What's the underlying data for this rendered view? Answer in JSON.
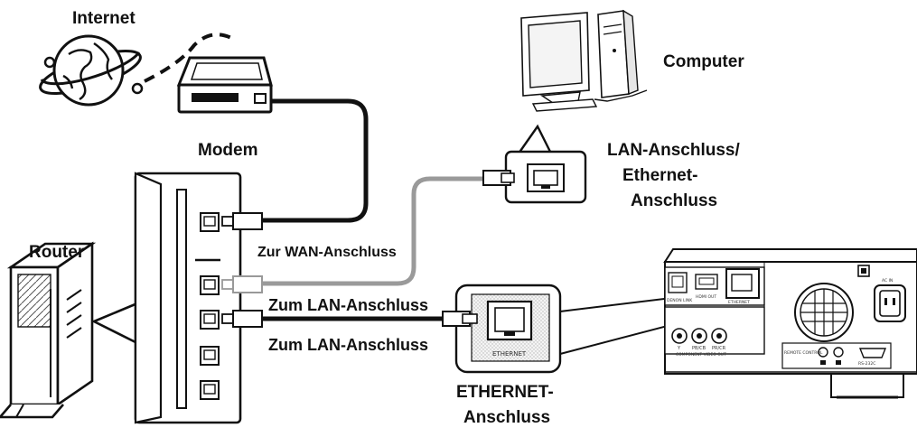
{
  "labels": {
    "internet": "Internet",
    "computer": "Computer",
    "modem": "Modem",
    "lan_port": "LAN-Anschluss/",
    "ethernet_port_line2": "Ethernet-",
    "ethernet_port_line3": "Anschluss",
    "router": "Router",
    "to_wan": "Zur WAN-Anschluss",
    "to_lan_1": "Zum LAN-Anschluss",
    "to_lan_2": "Zum LAN-Anschluss",
    "ethernet_conn_line1": "ETHERNET-",
    "ethernet_conn_line2": "Anschluss",
    "ethernet_jack": "ETHERNET"
  },
  "device_labels": {
    "denon_link": "DENON LINK",
    "hdmi_out": "HDMI OUT",
    "ethernet": "ETHERNET",
    "y": "Y",
    "pb_cb": "PB/CB",
    "pr_cr": "PR/CR",
    "component_video_out": "COMPONENT VIDEO OUT",
    "remote_control": "REMOTE CONTROL",
    "rs232c": "RS-232C",
    "ac_in": "AC IN"
  },
  "colors": {
    "line_black": "#111111",
    "line_gray": "#999999",
    "device_fill": "#eeeeee",
    "stipple": "#d8d8d8"
  },
  "icons": [
    "globe-icon",
    "modem-icon",
    "computer-icon",
    "router-icon",
    "ethernet-port-icon",
    "player-rear-panel"
  ]
}
